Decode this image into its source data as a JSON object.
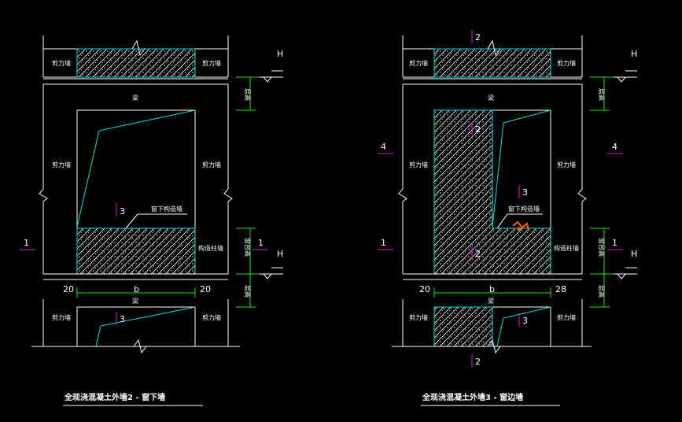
{
  "colors": {
    "background": "#000000",
    "line": "#ffffff",
    "wall_edge": "#00e0e8",
    "dimension": "#19e619",
    "section_mark": "#e01ad8",
    "marker": "#ff6600"
  },
  "labels": {
    "shear_wall": "剪力墙",
    "beam": "梁",
    "under_window_wall": "窗下构造墙",
    "construction_column": "构造柱墙",
    "floor_height_tag": "层高",
    "sill_height_tag": "窗台高",
    "elev_h": "H",
    "dim_left": "20",
    "dim_mid": "b",
    "dim_right": "20",
    "dim_right2": "28"
  },
  "sections": {
    "s1": "1",
    "s2": "2",
    "s3": "3",
    "s4": "4"
  },
  "titles": {
    "left": "全现浇混凝土外墙2 - 窗下墙",
    "right": "全现浇混凝土外墙3 - 窗边墙"
  }
}
